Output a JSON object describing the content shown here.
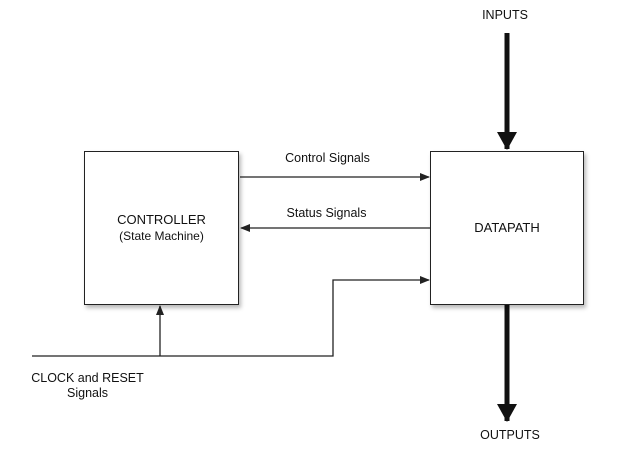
{
  "controller": {
    "title": "CONTROLLER",
    "subtitle": "(State Machine)"
  },
  "datapath": {
    "title": "DATAPATH"
  },
  "signals": {
    "inputs": "INPUTS",
    "outputs": "OUTPUTS",
    "control": "Control Signals",
    "status": "Status Signals",
    "clock_line1": "CLOCK and RESET",
    "clock_line2": "Signals"
  },
  "colors": {
    "line": "#222222",
    "background": "#ffffff"
  }
}
